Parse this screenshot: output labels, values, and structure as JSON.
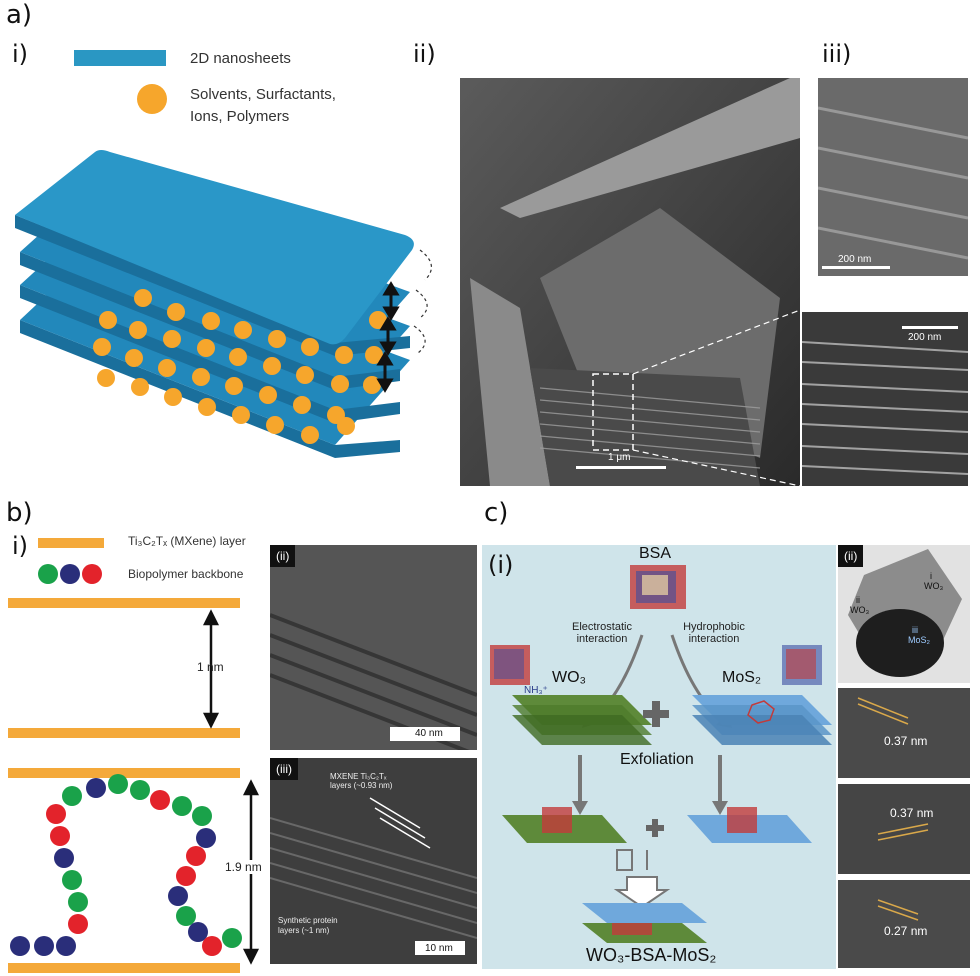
{
  "panel_a": {
    "label": "a)",
    "sub_i": "i)",
    "sub_ii": "ii)",
    "sub_iii": "iii)",
    "legend_nanosheets": "2D nanosheets",
    "legend_intercalants_line1": "Solvents, Surfactants,",
    "legend_intercalants_line2": "Ions, Polymers",
    "sem_scale": "1 μm",
    "inset_top_scale": "200 nm",
    "inset_bottom_scale": "200 nm",
    "colors": {
      "sheet": "#1f84b8",
      "sheet_top": "#2895c8",
      "dot": "#f6a62c"
    }
  },
  "panel_b": {
    "label": "b)",
    "sub_i": "i)",
    "legend_layer": "Ti₃C₂Tₓ (MXene) layer",
    "legend_biopolymer": "Biopolymer backbone",
    "gap_1": "1 nm",
    "gap_2": "1.9 nm",
    "tem_ii_label": "(ii)",
    "tem_ii_scale": "40 nm",
    "tem_iii_label": "(iii)",
    "tem_iii_scale": "10 nm",
    "tem_iii_annot_top": "MXENE Ti₃C₂Tₓ layers (~0.93 nm)",
    "tem_iii_annot_bottom_1": "Synthetic protein",
    "tem_iii_annot_bottom_2": "layers (~1 nm)",
    "colors": {
      "layer": "#f4a93a",
      "green": "#1aa24a",
      "navy": "#2a2e7a",
      "red": "#e3232b"
    }
  },
  "panel_c": {
    "label": "c)",
    "sub_i": "(i)",
    "bsa": "BSA",
    "electrostatic_1": "Electrostatic",
    "electrostatic_2": "interaction",
    "hydrophobic_1": "Hydrophobic",
    "hydrophobic_2": "interaction",
    "wo3": "WO₃",
    "mos2": "MoS₂",
    "nh3": "NH₃⁺",
    "exfoliation": "Exfoliation",
    "hybrid": "WO₃-BSA-MoS₂",
    "tem_label": "(ii)",
    "tem_i": "i",
    "tem_wo3_a": "WO₃",
    "tem_ii": "ii",
    "tem_wo3_b": "WO₃",
    "tem_iii": "iii",
    "tem_mos2": "MoS₂",
    "d1": "0.37 nm",
    "d2": "0.37 nm",
    "d3": "0.27 nm",
    "colors": {
      "bg": "#cfe4ea",
      "green": "#5e8a3a",
      "blue": "#6fa8dc",
      "arrow": "#777777"
    }
  }
}
